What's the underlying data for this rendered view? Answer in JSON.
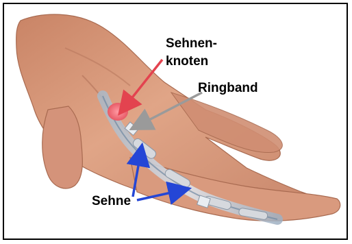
{
  "labels": {
    "sehnenknoten_line1": "Sehnen-",
    "sehnenknoten_line2": "knoten",
    "ringband": "Ringband",
    "sehne": "Sehne"
  },
  "colors": {
    "skin": "#d99a7e",
    "skin_shadow": "#b36e52",
    "bone": "#d6d9de",
    "tendon": "#9fb6cc",
    "nodule": "#f07a84",
    "arrow_red": "#e3434f",
    "arrow_gray": "#9a9a9a",
    "arrow_blue": "#2446d6",
    "border": "#000000"
  },
  "icons": {
    "red_arrow": "arrow-icon",
    "gray_arrow": "arrow-icon",
    "blue_arrow": "arrow-icon"
  }
}
